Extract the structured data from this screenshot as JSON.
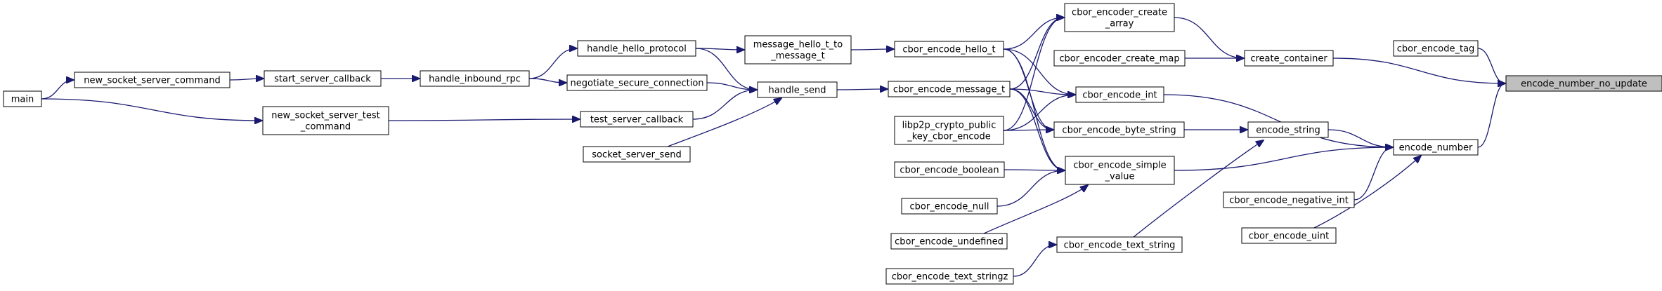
{
  "colors": {
    "edge": "#191970",
    "focus_fill": "#bfbfbf",
    "node_fill": "#ffffff",
    "node_border": "#000000"
  },
  "nodes": [
    {
      "id": "encode_number_no_update",
      "lines": [
        "encode_number_no_update"
      ],
      "focus": true
    },
    {
      "id": "cbor_encode_tag",
      "lines": [
        "cbor_encode_tag"
      ]
    },
    {
      "id": "create_container",
      "lines": [
        "create_container"
      ]
    },
    {
      "id": "encode_number",
      "lines": [
        "encode_number"
      ]
    },
    {
      "id": "cbor_encoder_create_array",
      "lines": [
        "cbor_encoder_create",
        "_array"
      ]
    },
    {
      "id": "cbor_encoder_create_map",
      "lines": [
        "cbor_encoder_create_map"
      ]
    },
    {
      "id": "cbor_encode_int",
      "lines": [
        "cbor_encode_int"
      ]
    },
    {
      "id": "encode_string",
      "lines": [
        "encode_string"
      ]
    },
    {
      "id": "cbor_encode_simple_value",
      "lines": [
        "cbor_encode_simple",
        "_value"
      ]
    },
    {
      "id": "cbor_encode_negative_int",
      "lines": [
        "cbor_encode_negative_int"
      ]
    },
    {
      "id": "cbor_encode_uint",
      "lines": [
        "cbor_encode_uint"
      ]
    },
    {
      "id": "cbor_encode_byte_string",
      "lines": [
        "cbor_encode_byte_string"
      ]
    },
    {
      "id": "cbor_encode_text_string",
      "lines": [
        "cbor_encode_text_string"
      ]
    },
    {
      "id": "cbor_encode_hello_t",
      "lines": [
        "cbor_encode_hello_t"
      ]
    },
    {
      "id": "cbor_encode_message_t",
      "lines": [
        "cbor_encode_message_t"
      ]
    },
    {
      "id": "libp2p_crypto_public_key_cbor_encode",
      "lines": [
        "libp2p_crypto_public",
        "_key_cbor_encode"
      ]
    },
    {
      "id": "cbor_encode_boolean",
      "lines": [
        "cbor_encode_boolean"
      ]
    },
    {
      "id": "cbor_encode_null",
      "lines": [
        "cbor_encode_null"
      ]
    },
    {
      "id": "cbor_encode_undefined",
      "lines": [
        "cbor_encode_undefined"
      ]
    },
    {
      "id": "cbor_encode_text_stringz",
      "lines": [
        "cbor_encode_text_stringz"
      ]
    },
    {
      "id": "message_hello_t_to_message_t",
      "lines": [
        "message_hello_t_to",
        "_message_t"
      ]
    },
    {
      "id": "handle_send",
      "lines": [
        "handle_send"
      ]
    },
    {
      "id": "handle_hello_protocol",
      "lines": [
        "handle_hello_protocol"
      ]
    },
    {
      "id": "negotiate_secure_connection",
      "lines": [
        "negotiate_secure_connection"
      ]
    },
    {
      "id": "test_server_callback",
      "lines": [
        "test_server_callback"
      ]
    },
    {
      "id": "socket_server_send",
      "lines": [
        "socket_server_send"
      ]
    },
    {
      "id": "handle_inbound_rpc",
      "lines": [
        "handle_inbound_rpc"
      ]
    },
    {
      "id": "start_server_callback",
      "lines": [
        "start_server_callback"
      ]
    },
    {
      "id": "new_socket_server_command",
      "lines": [
        "new_socket_server_command"
      ]
    },
    {
      "id": "new_socket_server_test_command",
      "lines": [
        "new_socket_server_test",
        "_command"
      ]
    },
    {
      "id": "main",
      "lines": [
        "main"
      ]
    }
  ],
  "edges": [
    {
      "from": "cbor_encode_tag",
      "to": "encode_number_no_update"
    },
    {
      "from": "create_container",
      "to": "encode_number_no_update"
    },
    {
      "from": "encode_number",
      "to": "encode_number_no_update"
    },
    {
      "from": "cbor_encoder_create_array",
      "to": "create_container"
    },
    {
      "from": "cbor_encoder_create_map",
      "to": "create_container"
    },
    {
      "from": "cbor_encode_int",
      "to": "encode_number"
    },
    {
      "from": "encode_string",
      "to": "encode_number"
    },
    {
      "from": "cbor_encode_simple_value",
      "to": "encode_number"
    },
    {
      "from": "cbor_encode_negative_int",
      "to": "encode_number"
    },
    {
      "from": "cbor_encode_uint",
      "to": "encode_number"
    },
    {
      "from": "cbor_encode_byte_string",
      "to": "encode_string"
    },
    {
      "from": "cbor_encode_text_string",
      "to": "encode_string"
    },
    {
      "from": "cbor_encode_hello_t",
      "to": "cbor_encoder_create_array"
    },
    {
      "from": "cbor_encode_message_t",
      "to": "cbor_encoder_create_array"
    },
    {
      "from": "libp2p_crypto_public_key_cbor_encode",
      "to": "cbor_encoder_create_array"
    },
    {
      "from": "cbor_encode_hello_t",
      "to": "cbor_encode_int"
    },
    {
      "from": "cbor_encode_message_t",
      "to": "cbor_encode_int"
    },
    {
      "from": "libp2p_crypto_public_key_cbor_encode",
      "to": "cbor_encode_int"
    },
    {
      "from": "cbor_encode_hello_t",
      "to": "cbor_encode_byte_string"
    },
    {
      "from": "cbor_encode_message_t",
      "to": "cbor_encode_byte_string"
    },
    {
      "from": "libp2p_crypto_public_key_cbor_encode",
      "to": "cbor_encode_byte_string"
    },
    {
      "from": "cbor_encode_hello_t",
      "to": "cbor_encode_simple_value"
    },
    {
      "from": "cbor_encode_message_t",
      "to": "cbor_encode_simple_value"
    },
    {
      "from": "cbor_encode_boolean",
      "to": "cbor_encode_simple_value"
    },
    {
      "from": "cbor_encode_null",
      "to": "cbor_encode_simple_value"
    },
    {
      "from": "cbor_encode_undefined",
      "to": "cbor_encode_simple_value"
    },
    {
      "from": "cbor_encode_text_stringz",
      "to": "cbor_encode_text_string"
    },
    {
      "from": "message_hello_t_to_message_t",
      "to": "cbor_encode_hello_t"
    },
    {
      "from": "handle_send",
      "to": "cbor_encode_message_t"
    },
    {
      "from": "handle_hello_protocol",
      "to": "message_hello_t_to_message_t"
    },
    {
      "from": "handle_hello_protocol",
      "to": "handle_send"
    },
    {
      "from": "negotiate_secure_connection",
      "to": "handle_send"
    },
    {
      "from": "test_server_callback",
      "to": "handle_send"
    },
    {
      "from": "socket_server_send",
      "to": "handle_send"
    },
    {
      "from": "handle_inbound_rpc",
      "to": "handle_hello_protocol"
    },
    {
      "from": "handle_inbound_rpc",
      "to": "negotiate_secure_connection"
    },
    {
      "from": "start_server_callback",
      "to": "handle_inbound_rpc"
    },
    {
      "from": "new_socket_server_command",
      "to": "start_server_callback"
    },
    {
      "from": "new_socket_server_test_command",
      "to": "test_server_callback"
    },
    {
      "from": "main",
      "to": "new_socket_server_command"
    },
    {
      "from": "main",
      "to": "new_socket_server_test_command"
    }
  ]
}
